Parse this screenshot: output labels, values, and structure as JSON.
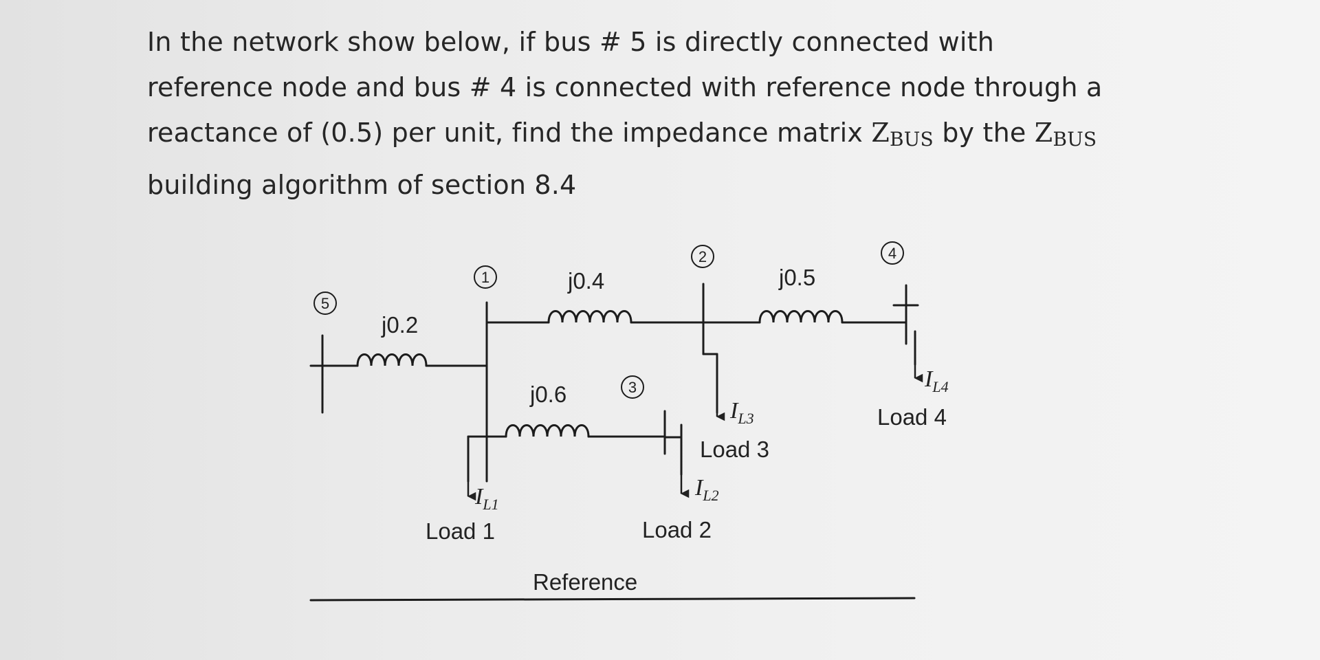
{
  "question": {
    "line1": "In the network show below, if bus # 5 is directly connected with",
    "line2": "reference node and bus # 4 is connected with reference node through a",
    "line3_pre": "reactance of (0.5) per unit, find the impedance matrix ",
    "line3_mid": " by the ",
    "zbus_main": "Z",
    "zbus_sub": "BUS",
    "line4": "building algorithm of section 8.4"
  },
  "diagram": {
    "buses": {
      "b1": "1",
      "b2": "2",
      "b3": "3",
      "b4": "4",
      "b5": "5"
    },
    "reactances": {
      "x51": "j0.2",
      "x12": "j0.4",
      "x24": "j0.5",
      "x13": "j0.6"
    },
    "currents": {
      "l1": {
        "main": "I",
        "sub": "L1"
      },
      "l2": {
        "main": "I",
        "sub": "L2"
      },
      "l3": {
        "main": "I",
        "sub": "L3"
      },
      "l4": {
        "main": "I",
        "sub": "L4"
      }
    },
    "loads": {
      "load1": "Load 1",
      "load2": "Load 2",
      "load3": "Load 3",
      "load4": "Load 4"
    },
    "reference": "Reference"
  }
}
